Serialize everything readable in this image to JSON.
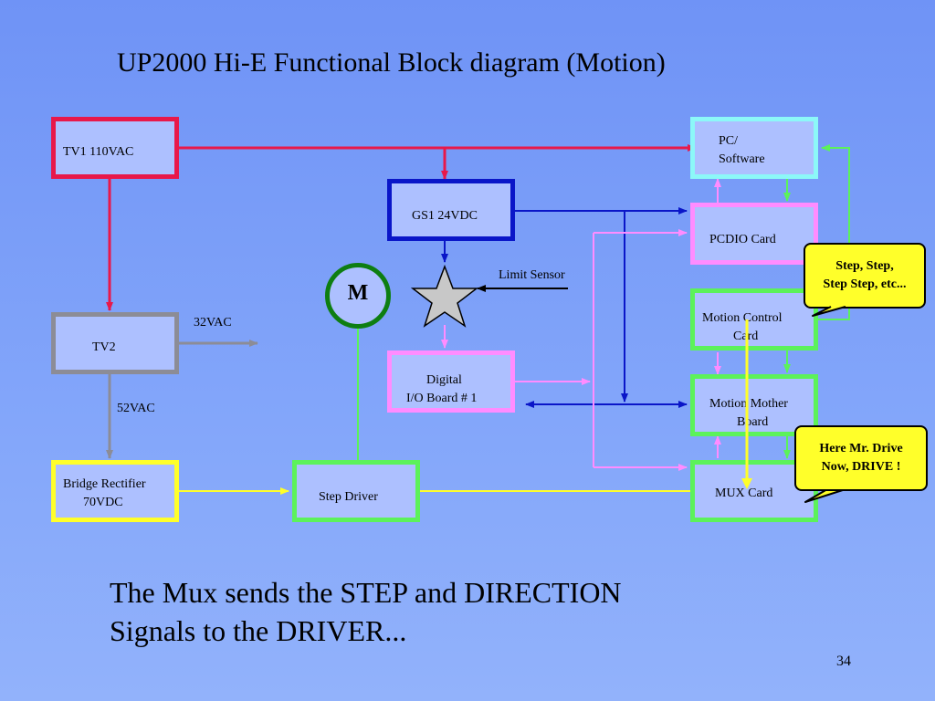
{
  "title": "UP2000 Hi-E Functional Block diagram (Motion)",
  "blocks": {
    "tv1": "TV1 110VAC",
    "tv2": "TV2",
    "bridge_line1": "Bridge Rectifier",
    "bridge_line2": "70VDC",
    "gs1": "GS1 24VDC",
    "digital_line1": "Digital",
    "digital_line2": "I/O Board # 1",
    "step_driver": "Step Driver",
    "pc_line1": "PC/",
    "pc_line2": "Software",
    "pcdio": "PCDIO Card",
    "motion_control_line1": "Motion Control",
    "motion_control_line2": "Card",
    "motion_mother_line1": "Motion Mother",
    "motion_mother_line2": "Board",
    "mux": "MUX Card"
  },
  "labels": {
    "motor": "M",
    "limit_sensor": "Limit Sensor",
    "vac32": "32VAC",
    "vac52": "52VAC"
  },
  "callouts": {
    "step_line1": "Step, Step,",
    "step_line2": "Step Step, etc...",
    "drive_line1": "Here Mr. Drive",
    "drive_line2": "Now, DRIVE !"
  },
  "body_text_line1": "The Mux sends the STEP and DIRECTION",
  "body_text_line2": "Signals to the DRIVER...",
  "page_number": "34",
  "colors": {
    "background": "#7b9ff8",
    "power_red": "#e8184a",
    "transformer_gray": "#8c8c96",
    "bridge_yellow": "#ffff2a",
    "supply_blue": "#0a16c8",
    "io_pink": "#ff8cff",
    "card_green": "#5cf25a",
    "pc_cyan": "#8cf8f8",
    "motor_green": "#0e7e12"
  }
}
